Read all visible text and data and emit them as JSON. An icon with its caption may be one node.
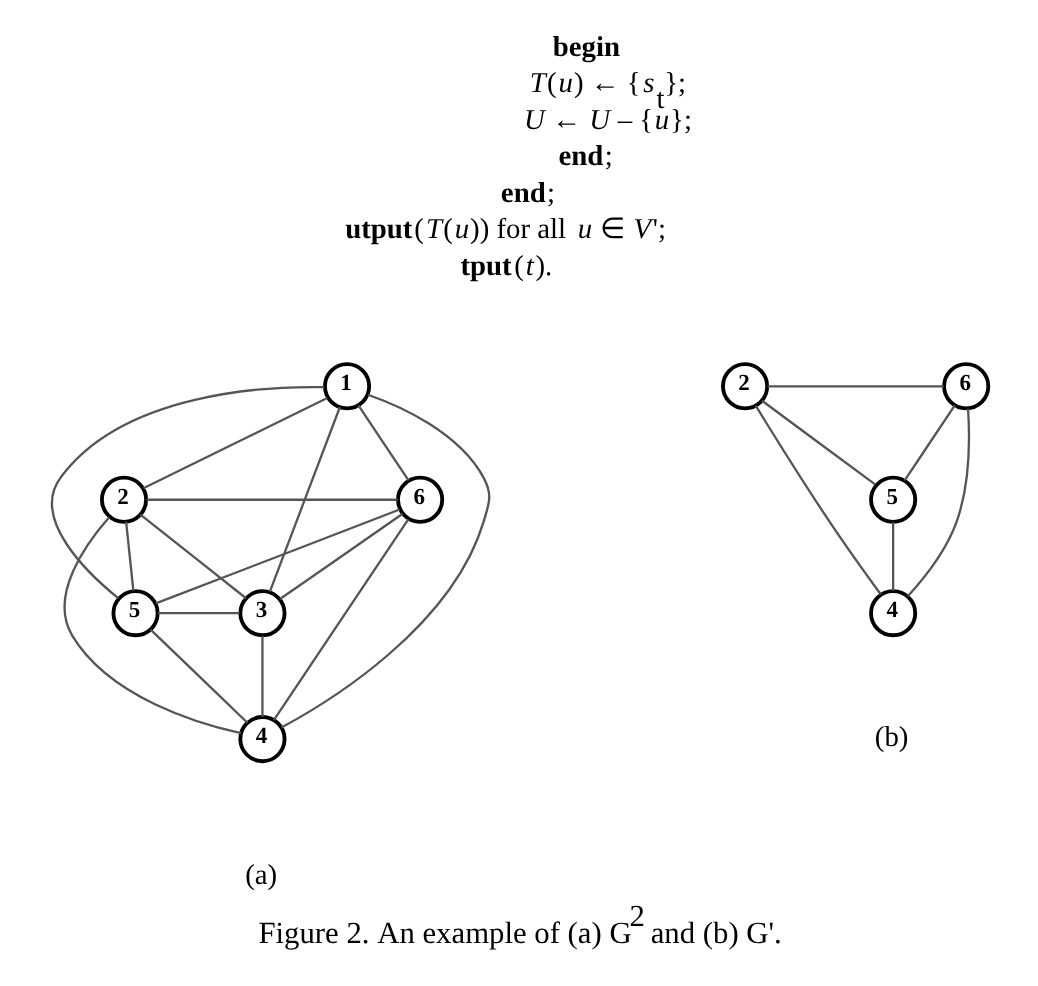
{
  "diagram": {
    "caption": "Figure 2. An example of (a) G$^{2}$ and (b) G'.",
    "nodes": [
      {
        "text": [
          "1"
        ]
      },
      {
        "text": [
          "2"
        ]
      },
      {
        "text": [
          "6"
        ]
      },
      {
        "text": [
          "3"
        ]
      },
      {
        "text": [
          "5"
        ]
      },
      {
        "text": [
          "4"
        ]
      },
      {
        "text": [
          "2"
        ]
      },
      {
        "text": [
          "6"
        ]
      },
      {
        "text": [
          "5"
        ]
      },
      {
        "text": [
          "4"
        ]
      }
    ],
    "edges": [
      {
        "from": 0,
        "to": 1,
        "arrow": "none"
      },
      {
        "from": 0,
        "to": 2,
        "arrow": "none"
      },
      {
        "from": 0,
        "to": 3,
        "arrow": "none"
      },
      {
        "from": 0,
        "to": 4,
        "arrow": "none"
      },
      {
        "from": 0,
        "to": 5,
        "arrow": "none"
      },
      {
        "from": 1,
        "to": 2,
        "arrow": "none"
      },
      {
        "from": 1,
        "to": 3,
        "arrow": "none"
      },
      {
        "from": 1,
        "to": 4,
        "arrow": "none"
      },
      {
        "from": 1,
        "to": 5,
        "arrow": "none"
      },
      {
        "from": 2,
        "to": 3,
        "arrow": "none"
      },
      {
        "from": 2,
        "to": 4,
        "arrow": "none"
      },
      {
        "from": 2,
        "to": 5,
        "arrow": "none"
      },
      {
        "from": 3,
        "to": 4,
        "arrow": "none"
      },
      {
        "from": 3,
        "to": 5,
        "arrow": "none"
      },
      {
        "from": 4,
        "to": 5,
        "arrow": "none"
      },
      {
        "from": 6,
        "to": 7,
        "arrow": "none"
      },
      {
        "from": 6,
        "to": 8,
        "arrow": "none"
      },
      {
        "from": 6,
        "to": 9,
        "arrow": "none"
      },
      {
        "from": 7,
        "to": 8,
        "arrow": "none"
      },
      {
        "from": 7,
        "to": 9,
        "arrow": "none"
      },
      {
        "from": 8,
        "to": 9,
        "arrow": "none"
      }
    ],
    "labels": [
      "**begin**",
      "*T*(*u*) ← {*s*$_{t}$};",
      "*U* ← *U* – {*u*};",
      "**end**;",
      "**end**;",
      "**utput**(*T*(*u*)) for all *u* ∈ *V*';",
      "**tput**(*t*).",
      "(a)",
      "(b)"
    ]
  }
}
